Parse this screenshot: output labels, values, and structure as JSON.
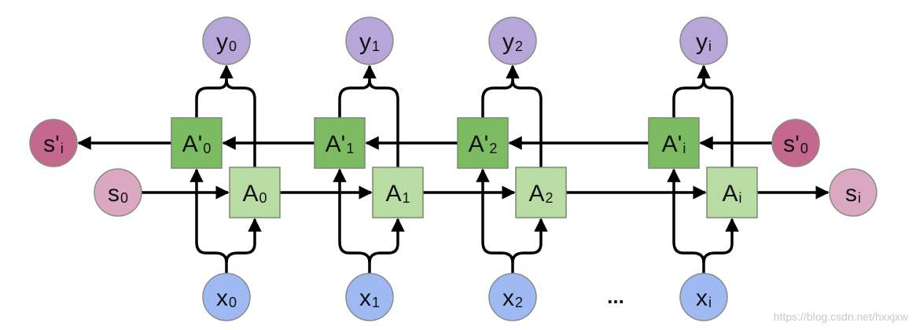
{
  "diagram": {
    "columns": [
      {
        "y": {
          "main": "y",
          "sub": "0"
        },
        "a_prime": {
          "main": "A'",
          "sub": "0"
        },
        "a": {
          "main": "A",
          "sub": "0"
        },
        "x": {
          "main": "x",
          "sub": "0"
        }
      },
      {
        "y": {
          "main": "y",
          "sub": "1"
        },
        "a_prime": {
          "main": "A'",
          "sub": "1"
        },
        "a": {
          "main": "A",
          "sub": "1"
        },
        "x": {
          "main": "x",
          "sub": "1"
        }
      },
      {
        "y": {
          "main": "y",
          "sub": "2"
        },
        "a_prime": {
          "main": "A'",
          "sub": "2"
        },
        "a": {
          "main": "A",
          "sub": "2"
        },
        "x": {
          "main": "x",
          "sub": "2"
        }
      },
      {
        "y": {
          "main": "y",
          "sub": "i"
        },
        "a_prime": {
          "main": "A'",
          "sub": "i"
        },
        "a": {
          "main": "A",
          "sub": "i"
        },
        "x": {
          "main": "x",
          "sub": "i"
        }
      }
    ],
    "s_prime_out": {
      "main": "s'",
      "sub": "i"
    },
    "s_prime_in": {
      "main": "s'",
      "sub": "0"
    },
    "s_in": {
      "main": "s",
      "sub": "0"
    },
    "s_out": {
      "main": "s",
      "sub": "i"
    },
    "ellipsis": "...",
    "watermark": "https://blog.csdn.net/hxxjxw",
    "colors": {
      "output_node": "#b7a6d8",
      "input_node": "#9fbaf2",
      "backward_state": "#c4688e",
      "forward_state": "#dba8c1",
      "forward_cell": "#b8dca4",
      "backward_cell": "#7dbb63",
      "cell_border": "#7a8a6e",
      "node_border": "#8b8b8b"
    }
  }
}
